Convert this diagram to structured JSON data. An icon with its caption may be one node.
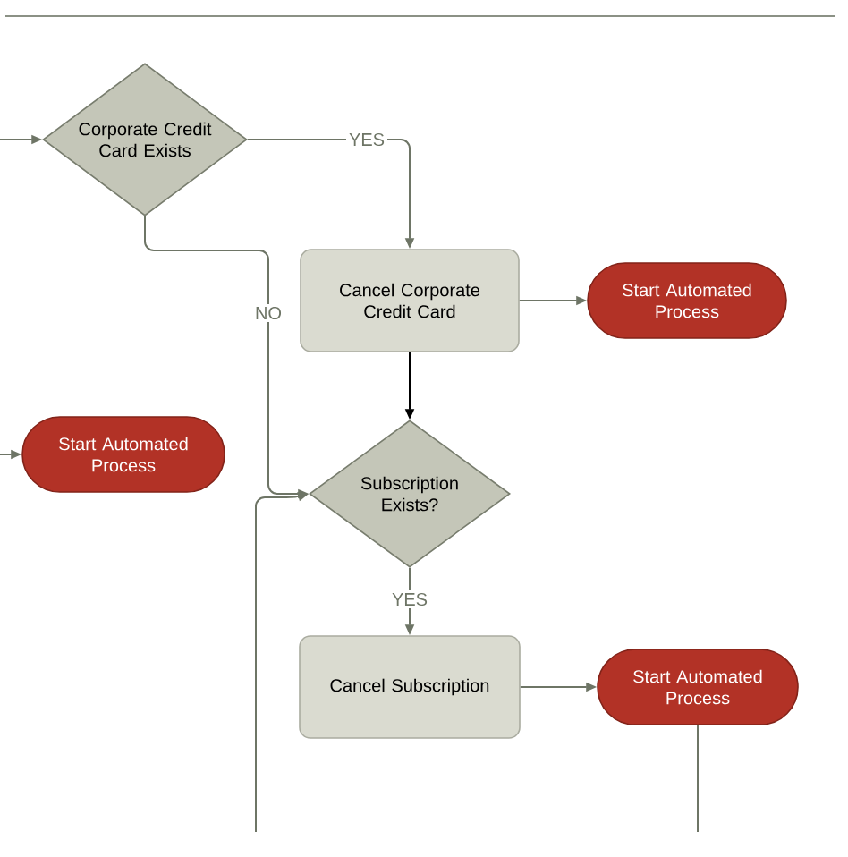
{
  "diagram": {
    "nodes": [
      {
        "text": [
          "Corporate Credit Card Exists"
        ]
      },
      {
        "text": [
          "Cancel Corporate Credit Card"
        ]
      },
      {
        "text": [
          "Start Automated Process"
        ]
      },
      {
        "text": [
          "Start Automated Process"
        ]
      },
      {
        "text": [
          "Subscription Exists?"
        ]
      },
      {
        "text": [
          "Cancel Subscription"
        ]
      },
      {
        "text": [
          "Start Automated Process"
        ]
      }
    ],
    "edges": [
      {
        "from": null,
        "to": 0,
        "arrow": "to"
      },
      {
        "from": 0,
        "to": 1,
        "arrow": "to",
        "label": "YES"
      },
      {
        "from": 0,
        "to": 4,
        "arrow": "to",
        "label": "NO"
      },
      {
        "from": 1,
        "to": 4,
        "arrow": "to",
        "color": "#000000"
      },
      {
        "from": 1,
        "to": 2,
        "arrow": "to"
      },
      {
        "from": null,
        "to": 3,
        "arrow": "to"
      },
      {
        "from": 4,
        "to": 5,
        "arrow": "to",
        "label": "YES"
      },
      {
        "from": 5,
        "to": 6,
        "arrow": "to"
      },
      {
        "from": null,
        "to": 4,
        "arrow": "to"
      },
      {
        "from": 6,
        "to": null,
        "arrow": "none"
      }
    ]
  }
}
